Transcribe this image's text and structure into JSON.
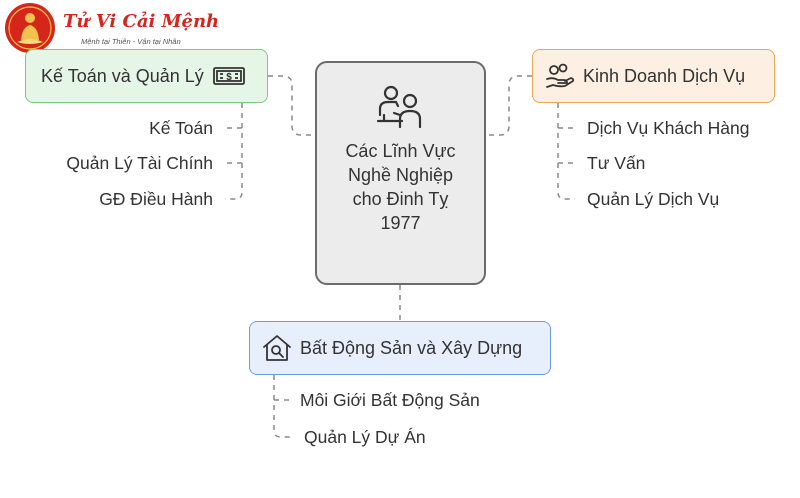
{
  "logo": {
    "name": "Tử Vi Cải Mệnh",
    "tagline": "Mệnh tại Thiên - Vận tại Nhân"
  },
  "center": {
    "title": "Các Lĩnh Vực Nghề Nghiệp cho Đinh Tỵ 1977",
    "icon": "people-meeting-icon"
  },
  "branches": [
    {
      "title": "Kế Toán và Quản Lý",
      "icon": "cash-icon",
      "color": "#7cc77c",
      "fill": "#e6f6e6",
      "items": [
        "Kế Toán",
        "Quản Lý Tài Chính",
        "GĐ Điều Hành"
      ]
    },
    {
      "title": "Kinh Doanh Dịch Vụ",
      "icon": "hand-coins-icon",
      "color": "#f0a45a",
      "fill": "#fdf0e2",
      "items": [
        "Dịch Vụ Khách Hàng",
        "Tư Vấn",
        "Quản Lý Dịch Vụ"
      ]
    },
    {
      "title": "Bất Động Sản và Xây Dựng",
      "icon": "house-search-icon",
      "color": "#6c9be6",
      "fill": "#e7effc",
      "items": [
        "Môi Giới Bất Động Sản",
        "Quản Lý Dự Án"
      ]
    }
  ],
  "colors": {
    "connector": "#888888",
    "logo_red": "#d5261c",
    "logo_gold": "#f2c14e"
  }
}
